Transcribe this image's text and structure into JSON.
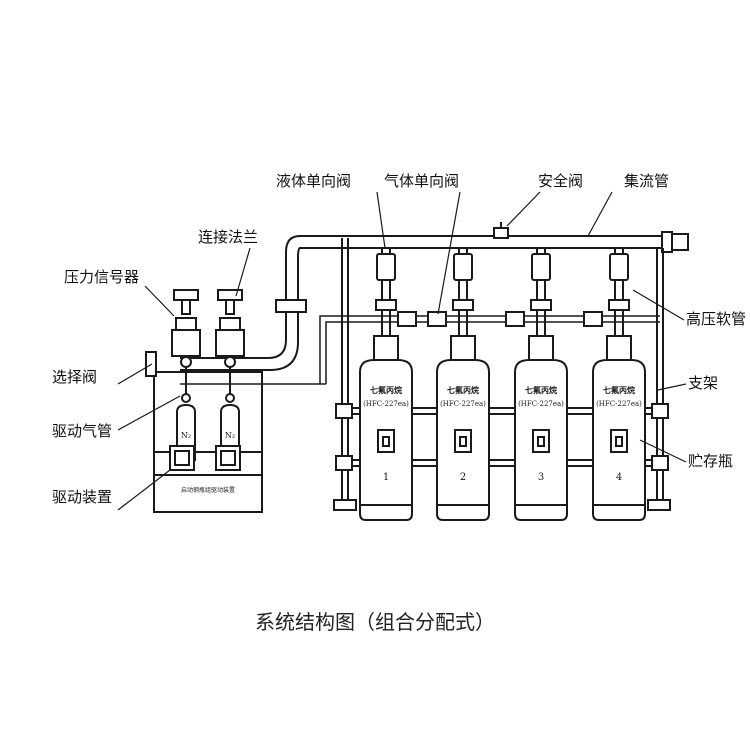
{
  "labels": {
    "liquid_check_valve": "液体单向阀",
    "gas_check_valve": "气体单向阀",
    "safety_valve": "安全阀",
    "manifold": "集流管",
    "connecting_flange": "连接法兰",
    "pressure_signaler": "压力信号器",
    "high_pressure_hose": "高压软管",
    "selector_valve": "选择阀",
    "bracket": "支架",
    "drive_gas_pipe": "驱动气管",
    "storage_cylinder": "贮存瓶",
    "drive_device": "驱动装置"
  },
  "cylinders": [
    {
      "number": "1",
      "title": "七氟丙烷",
      "model": "(HFC-227ea)"
    },
    {
      "number": "2",
      "title": "七氟丙烷",
      "model": "(HFC-227ea)"
    },
    {
      "number": "3",
      "title": "七氟丙烷",
      "model": "(HFC-227ea)"
    },
    {
      "number": "4",
      "title": "七氟丙烷",
      "model": "(HFC-227ea)"
    }
  ],
  "drive_bottles": [
    {
      "label": "N₂"
    },
    {
      "label": "N₂"
    }
  ],
  "drive_cabinet_text": "启动钢瓶组驱动装置",
  "caption": "系统结构图（组合分配式）",
  "colors": {
    "line": "#1a1a1a",
    "background": "#ffffff"
  }
}
